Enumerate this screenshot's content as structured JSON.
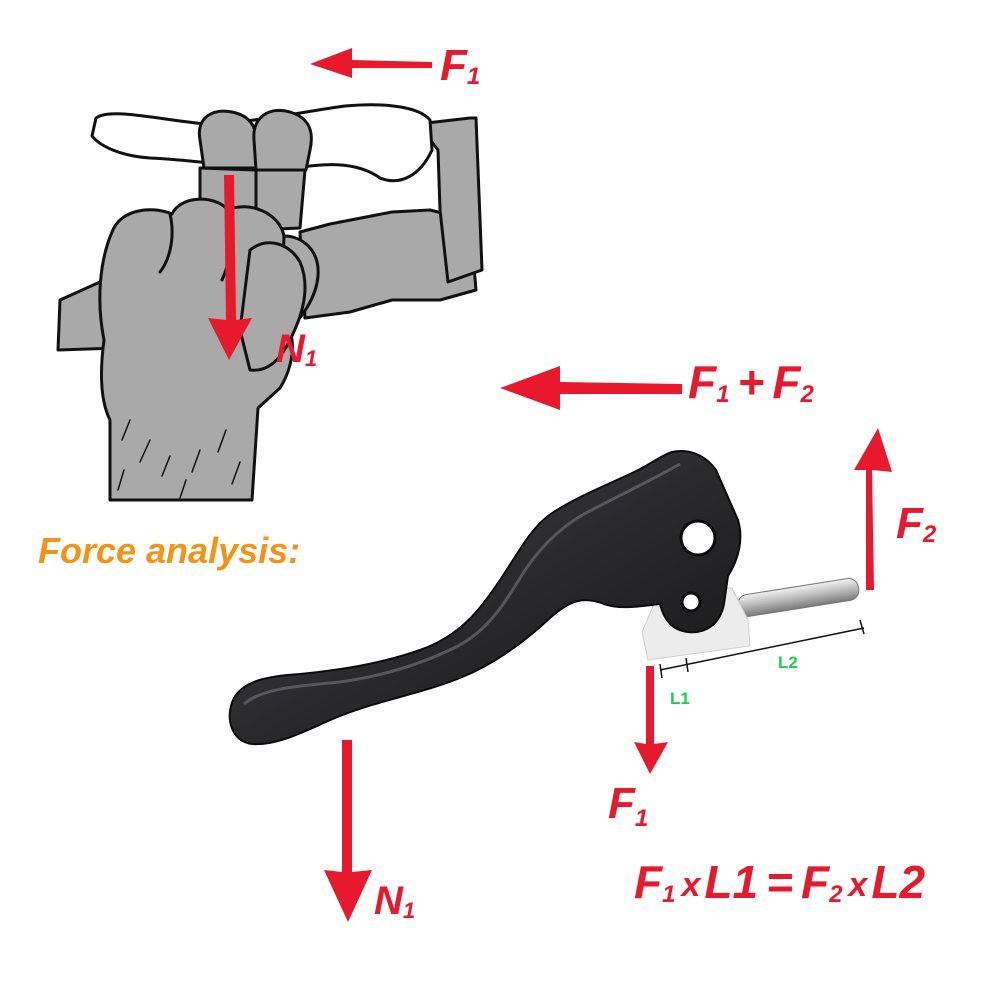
{
  "colors": {
    "force_red": "#e8192c",
    "heading_orange": "#f39417",
    "length_green": "#19d04a",
    "lever_black": "#2a2a2c",
    "hand_gray": "#a9a9a9"
  },
  "heading": "Force analysis:",
  "labels": {
    "hand_F": "F",
    "hand_F_sub": "1",
    "hand_N": "N",
    "hand_N_sub": "1",
    "combined_F1": "F",
    "combined_F1_sub": "1",
    "combined_plus": "+",
    "combined_F2": "F",
    "combined_F2_sub": "2",
    "lever_F2": "F",
    "lever_F2_sub": "2",
    "lever_F1": "F",
    "lever_F1_sub": "1",
    "lever_N": "N",
    "lever_N_sub": "1",
    "L1": "L1",
    "L2": "L2"
  },
  "equation": {
    "f1": "F",
    "f1_sub": "1",
    "times1": "x",
    "l1": "L1",
    "equals": "=",
    "f2": "F",
    "f2_sub": "2",
    "times2": "x",
    "l2": "L2"
  }
}
